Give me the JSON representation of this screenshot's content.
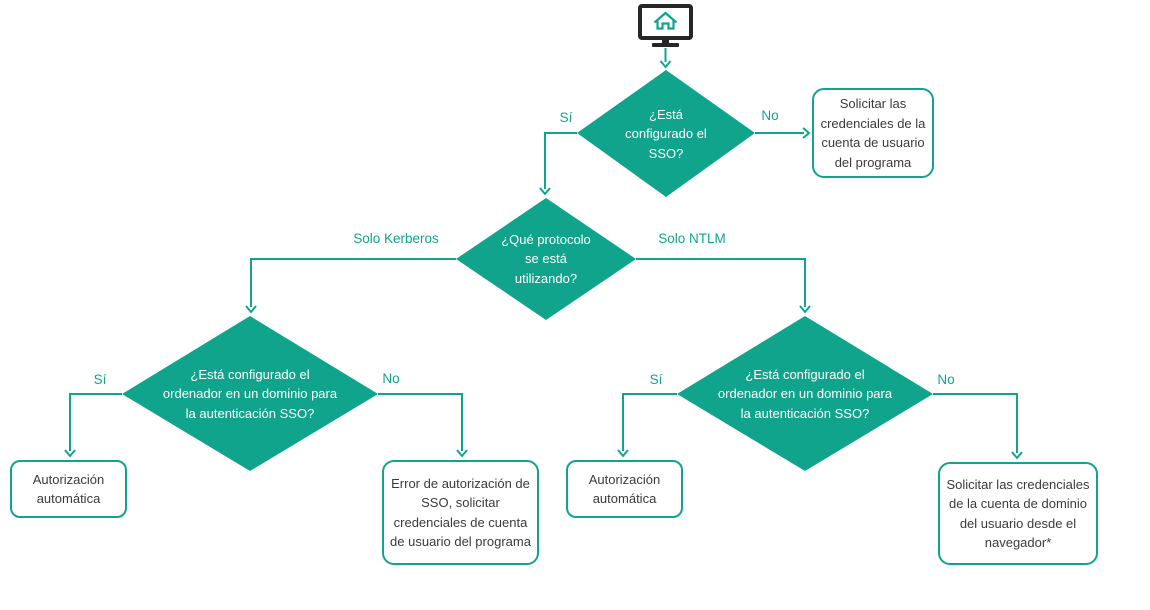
{
  "colors": {
    "accent": "#10A48D",
    "monitor_outline": "#262626",
    "box_text": "#3B3B3B"
  },
  "start": {
    "icon": "monitor-home-icon"
  },
  "decisions": {
    "sso_configured": "¿Está configurado el SSO?",
    "protocol": "¿Qué protocolo se está utilizando?",
    "domain_kerberos": "¿Está configurado el ordenador en un dominio para la autenticación SSO?",
    "domain_ntlm": "¿Está configurado el ordenador en un dominio para la autenticación SSO?"
  },
  "results": {
    "no_sso": "Solicitar las credenciales de la cuenta de usuario del programa",
    "kerberos_yes": "Autorización automática",
    "kerberos_no": "Error de autorización de SSO, solicitar credenciales de cuenta de usuario del programa",
    "ntlm_yes": "Autorización automática",
    "ntlm_no": "Solicitar las credenciales de la cuenta de dominio del usuario desde el navegador*"
  },
  "edge_labels": {
    "sso_yes": "Sí",
    "sso_no": "No",
    "protocol_kerberos": "Solo Kerberos",
    "protocol_ntlm": "Solo NTLM",
    "kerberos_domain_yes": "Sí",
    "kerberos_domain_no": "No",
    "ntlm_domain_yes": "Sí",
    "ntlm_domain_no": "No"
  }
}
